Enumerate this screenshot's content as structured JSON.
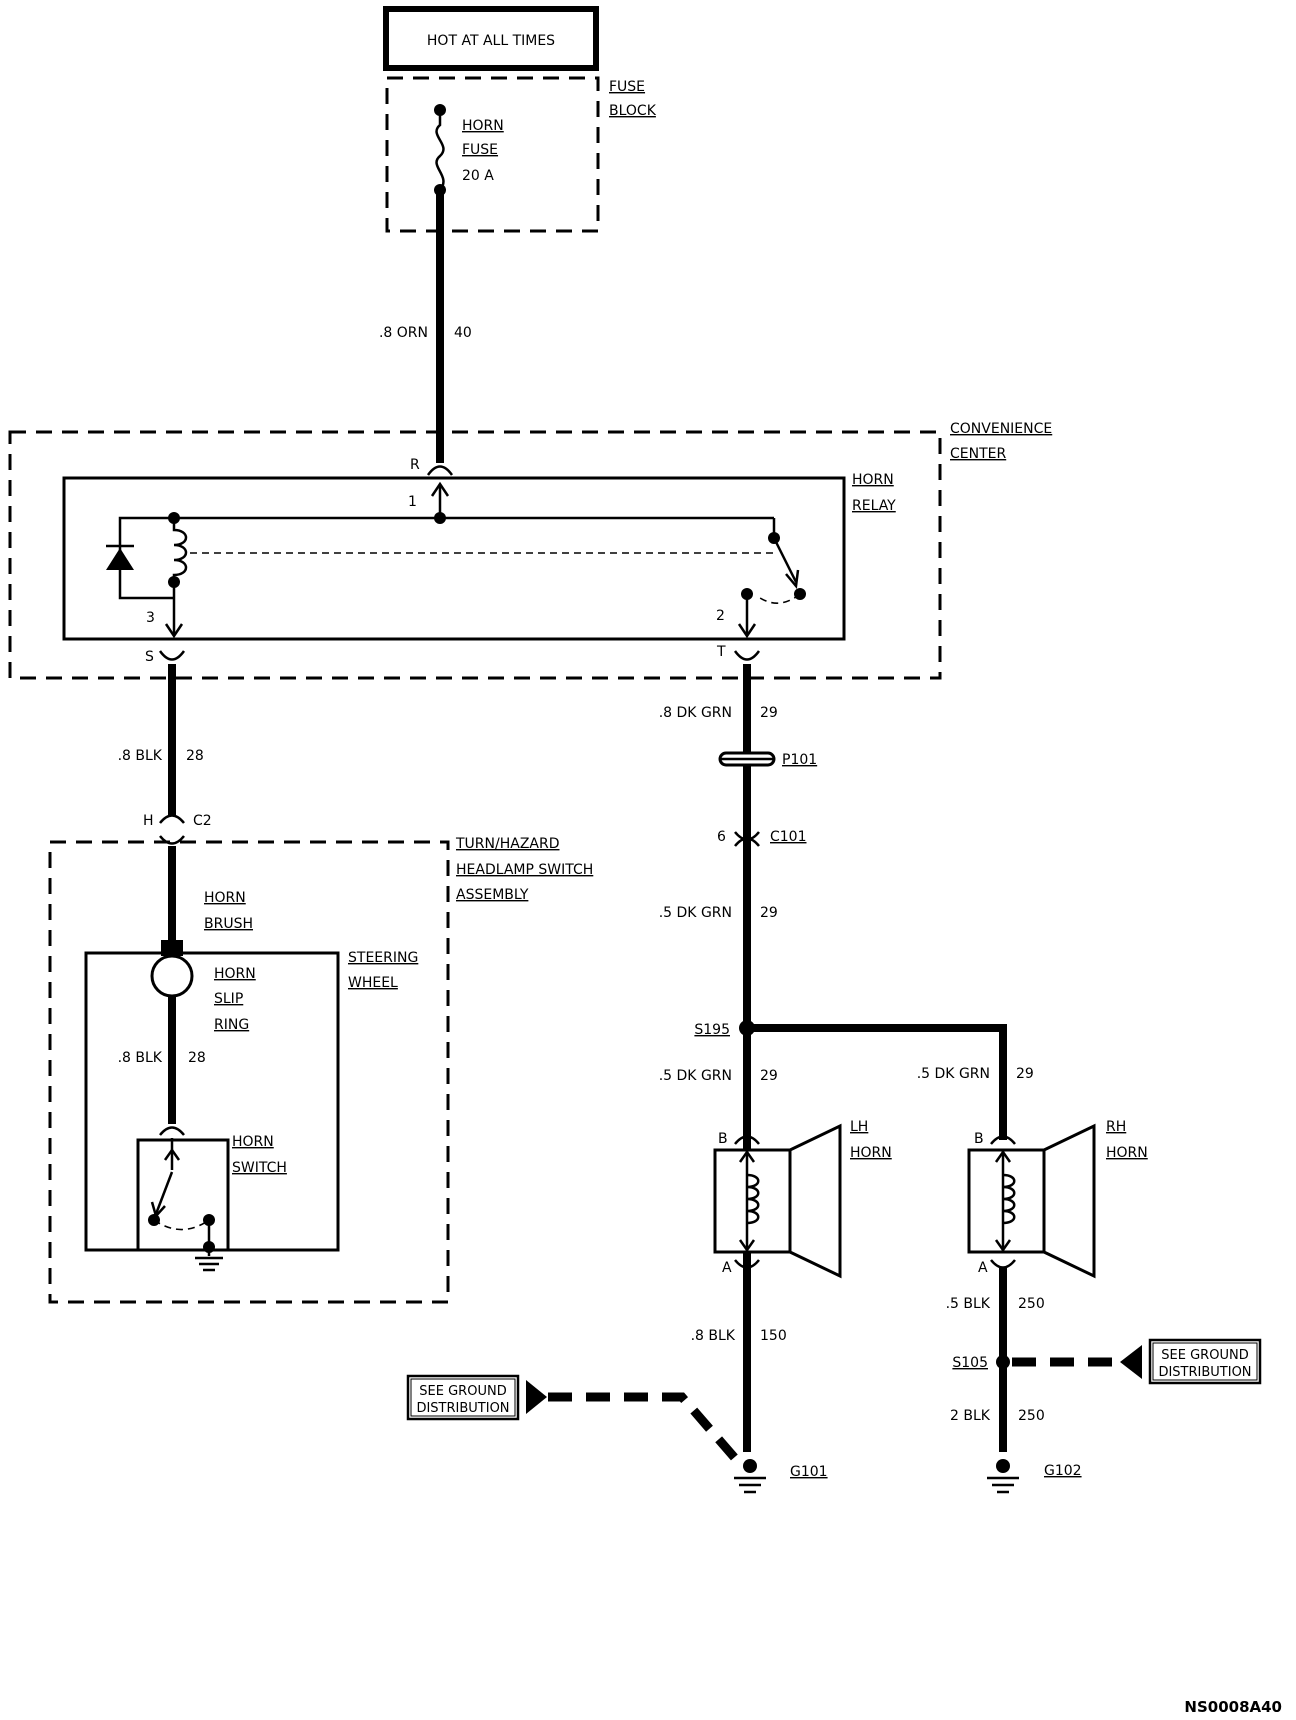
{
  "power": {
    "source_label": "HOT AT ALL TIMES"
  },
  "fuse_block": {
    "line1": "FUSE",
    "line2": "BLOCK",
    "fuse_line1": "HORN",
    "fuse_line2": "FUSE",
    "fuse_rating": "20 A"
  },
  "wires": {
    "feed_size": ".8 ORN",
    "feed_circuit": "40",
    "relay_out_size": ".8 DK GRN",
    "relay_out_circuit": "29",
    "horn_sw_size": ".8 BLK",
    "horn_sw_circuit": "28",
    "c101_out_size": ".5 DK GRN",
    "c101_out_circuit": "29",
    "slip_ring_size": ".8 BLK",
    "slip_ring_circuit": "28",
    "lh_feed_size": ".5 DK GRN",
    "lh_feed_circuit": "29",
    "rh_feed_size": ".5 DK GRN",
    "rh_feed_circuit": "29",
    "lh_ground_size": ".8 BLK",
    "lh_ground_circuit": "150",
    "rh_ground_size": ".5 BLK",
    "rh_ground_circuit": "250",
    "rh_ground2_size": "2 BLK",
    "rh_ground2_circuit": "250"
  },
  "convenience_center": {
    "line1": "CONVENIENCE",
    "line2": "CENTER",
    "pin_r": "R",
    "pin_s": "S",
    "pin_t": "T"
  },
  "horn_relay": {
    "line1": "HORN",
    "line2": "RELAY",
    "pin_1": "1",
    "pin_2": "2",
    "pin_3": "3"
  },
  "connectors": {
    "p101": "P101",
    "c101": "C101",
    "c101_pin": "6",
    "c2": "C2",
    "c2_pin": "H"
  },
  "turn_hazard": {
    "line1": "TURN/HAZARD",
    "line2": "HEADLAMP SWITCH",
    "line3": "ASSEMBLY",
    "brush_line1": "HORN",
    "brush_line2": "BRUSH"
  },
  "steering_wheel": {
    "line1": "STEERING",
    "line2": "WHEEL",
    "slip_line1": "HORN",
    "slip_line2": "SLIP",
    "slip_line3": "RING",
    "switch_line1": "HORN",
    "switch_line2": "SWITCH"
  },
  "splices": {
    "s195": "S195",
    "s105": "S105"
  },
  "horns": {
    "lh_line1": "LH",
    "lh_line2": "HORN",
    "rh_line1": "RH",
    "rh_line2": "HORN",
    "pin_b": "B",
    "pin_a": "A"
  },
  "grounds": {
    "g101": "G101",
    "g102": "G102",
    "see_line1": "SEE GROUND",
    "see_line2": "DISTRIBUTION"
  },
  "footer": {
    "figure_id": "NS0008A40"
  }
}
